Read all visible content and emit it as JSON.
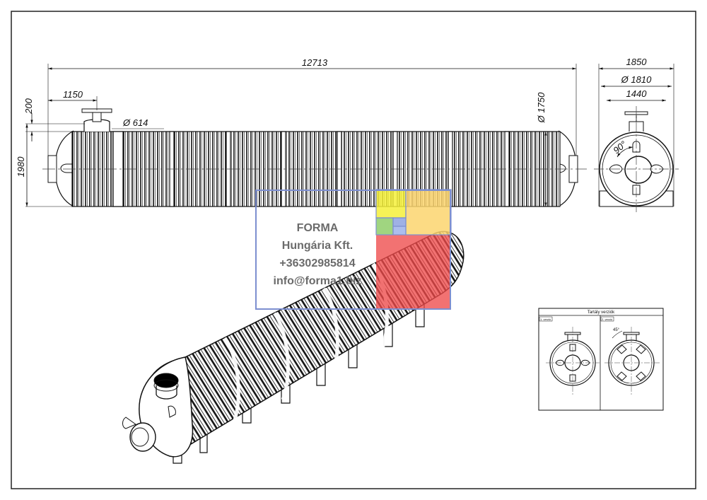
{
  "drawing": {
    "dimensions": {
      "overall_length": "12713",
      "inlet_offset": "1150",
      "inlet_height": "200",
      "total_height": "1980",
      "inlet_diameter": "Ø  614",
      "tank_diameter": "Ø  1750",
      "end_width": "1850",
      "end_diameter": "Ø  1810",
      "end_inner": "1440",
      "angle": "90°"
    },
    "versions_panel": {
      "title": "Tartály verziók",
      "version_1_label": "1. verzió",
      "version_2_label": "2. verzió",
      "angle": "45°"
    }
  },
  "logo": {
    "company": "FORMA",
    "company_line2": "Hungária Kft.",
    "phone": "+36302985814",
    "email": "info@forma1.biz",
    "colors": {
      "yellow": "#f5f03a",
      "orange": "#fbd56e",
      "green": "#8fce6a",
      "blue": "#8ea3e0",
      "red": "#ee4a4a",
      "border": "#7d8fd0"
    }
  }
}
